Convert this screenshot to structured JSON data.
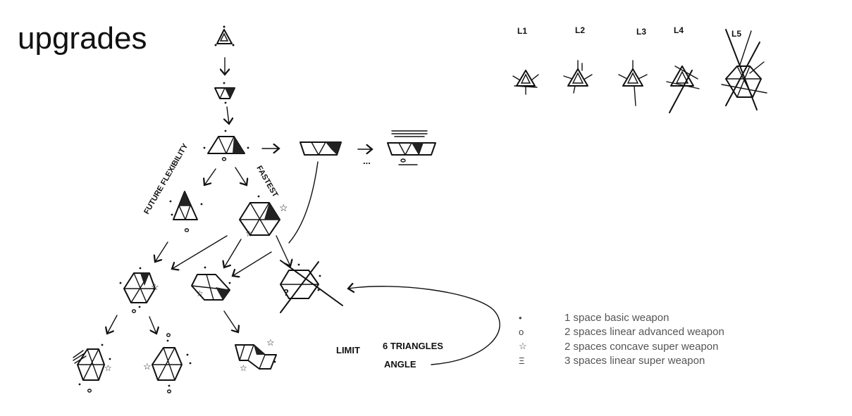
{
  "title": "upgrades",
  "sketch_labels": {
    "future_flexibility": "FUTURE FLEXIBILITY",
    "fastest": "FASTEST",
    "limit": "LIMIT",
    "six_triangles": "6 TRIANGLES",
    "angle": "ANGLE",
    "question": "?",
    "ellipsis": "..."
  },
  "levels": [
    "L1",
    "L2",
    "L3",
    "L4",
    "L5"
  ],
  "legend": [
    {
      "symbol": "•",
      "text": "1 space basic weapon"
    },
    {
      "symbol": "o",
      "text": "2 spaces linear advanced weapon"
    },
    {
      "symbol": "☆",
      "text": "2 spaces concave super weapon"
    },
    {
      "symbol": "Ξ",
      "text": "3 spaces linear super weapon"
    }
  ]
}
